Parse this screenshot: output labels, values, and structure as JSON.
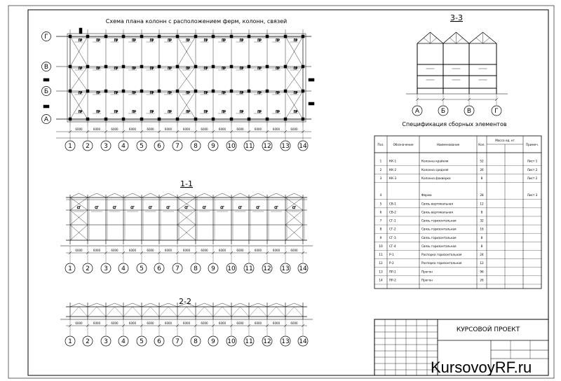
{
  "plan": {
    "title": "Схема плана колонн с расположением ферм, колонн, связей",
    "row_axes": [
      "Г",
      "В",
      "Б",
      "А"
    ],
    "col_axes": [
      "1",
      "2",
      "3",
      "4",
      "5",
      "6",
      "7",
      "8",
      "9",
      "10",
      "11",
      "12",
      "13",
      "14"
    ],
    "span_labels": [
      "6000",
      "6000",
      "6000",
      "6000",
      "6000",
      "6000",
      "6000",
      "6000",
      "6000",
      "6000",
      "6000",
      "6000",
      "6000"
    ]
  },
  "section_11": {
    "title": "1-1",
    "col_axes": [
      "1",
      "2",
      "3",
      "4",
      "5",
      "6",
      "7",
      "8",
      "9",
      "10",
      "11",
      "12",
      "13",
      "14"
    ]
  },
  "section_22": {
    "title": "2-2",
    "col_axes": [
      "1",
      "2",
      "3",
      "4",
      "5",
      "6",
      "7",
      "8",
      "9",
      "10",
      "11",
      "12",
      "13",
      "14"
    ]
  },
  "section_33": {
    "title": "3-3",
    "axes": [
      "А",
      "Б",
      "В",
      "Г"
    ]
  },
  "spec": {
    "title": "Спецификация сборных элементов",
    "headers": [
      "Поз.",
      "Обозначение",
      "Наименование",
      "Кол.",
      "Масса ед. кг",
      "Примеч."
    ],
    "rows": [
      {
        "pos": "1",
        "code": "КК-1",
        "name": "Колонна крайняя",
        "qty": "52",
        "note": "Лист 1"
      },
      {
        "pos": "2",
        "code": "КК-2",
        "name": "Колонна средняя",
        "qty": "26",
        "note": "Лист 2"
      },
      {
        "pos": "3",
        "code": "КК-3",
        "name": "Колонна фахверка",
        "qty": "8",
        "note": "Лист 2"
      },
      {
        "pos": "4",
        "code": "",
        "name": "Ферма",
        "qty": "28",
        "note": "Лист 3"
      },
      {
        "pos": "5",
        "code": "СВ-1",
        "name": "Связь вертикальная",
        "qty": "12",
        "note": ""
      },
      {
        "pos": "6",
        "code": "СВ-2",
        "name": "Связь вертикальная",
        "qty": "8",
        "note": ""
      },
      {
        "pos": "7",
        "code": "СГ-1",
        "name": "Связь горизонтальная",
        "qty": "32",
        "note": ""
      },
      {
        "pos": "8",
        "code": "СГ-2",
        "name": "Связь горизонтальная",
        "qty": "16",
        "note": ""
      },
      {
        "pos": "9",
        "code": "СГ-3",
        "name": "Связь горизонтальная",
        "qty": "8",
        "note": ""
      },
      {
        "pos": "10",
        "code": "СГ-4",
        "name": "Связь горизонтальная",
        "qty": "8",
        "note": ""
      },
      {
        "pos": "11",
        "code": "Р-1",
        "name": "Распорка горизонтальная",
        "qty": "24",
        "note": ""
      },
      {
        "pos": "12",
        "code": "Р-2",
        "name": "Распорка горизонтальная",
        "qty": "12",
        "note": ""
      },
      {
        "pos": "13",
        "code": "ПР-1",
        "name": "Прогон",
        "qty": "96",
        "note": ""
      },
      {
        "pos": "14",
        "code": "ПР-2",
        "name": "Прогон",
        "qty": "26",
        "note": ""
      }
    ]
  },
  "stamp": {
    "title": "КУРСОВОЙ ПРОЕКТ"
  },
  "watermark": "KursovoyRF.ru"
}
